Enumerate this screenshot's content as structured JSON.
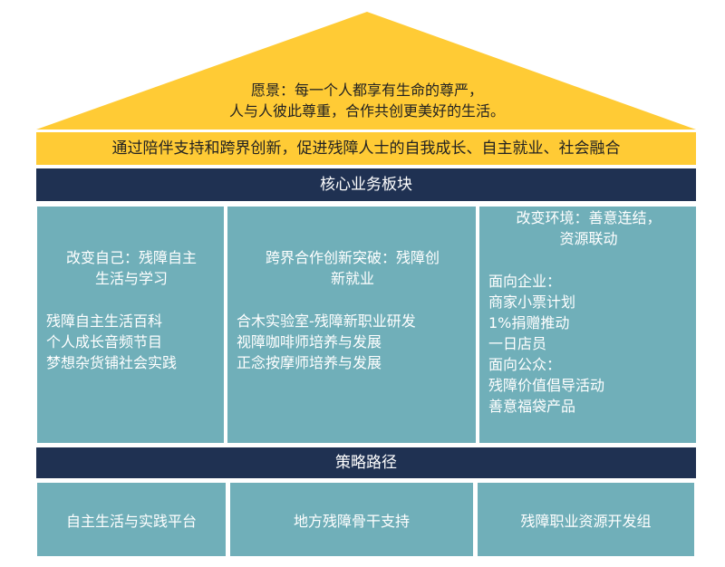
{
  "colors": {
    "yellow": "#FFCB35",
    "navy": "#1F3152",
    "teal": "#70AFB9"
  },
  "vision": {
    "line1": "愿景：每一个人都享有生命的尊严，",
    "line2": "人与人彼此尊重，合作共创更美好的生活。"
  },
  "mission": "通过陪伴支持和跨界创新，促进残障人士的自我成长、自主就业、社会融合",
  "core_header": "核心业务板块",
  "columns": [
    {
      "title1": "改变自己：残障自主",
      "title2": "生活与学习",
      "items": [
        "残障自主生活百科",
        "个人成长音频节目",
        "梦想杂货铺社会实践"
      ]
    },
    {
      "title1": "跨界合作创新突破：残障创",
      "title2": "新就业",
      "items": [
        "合木实验室-残障新职业研发",
        "视障咖啡师培养与发展",
        "正念按摩师培养与发展"
      ]
    },
    {
      "title1": "改变环境：善意连结，",
      "title2": "资源联动",
      "items": [
        "面向企业：",
        "商家小票计划",
        "1%捐赠推动",
        "一日店员",
        "面向公众：",
        "残障价值倡导活动",
        "善意福袋产品"
      ]
    }
  ],
  "strategy_header": "策略路径",
  "strategies": [
    "自主生活与实践平台",
    "地方残障骨干支持",
    "残障职业资源开发组"
  ]
}
